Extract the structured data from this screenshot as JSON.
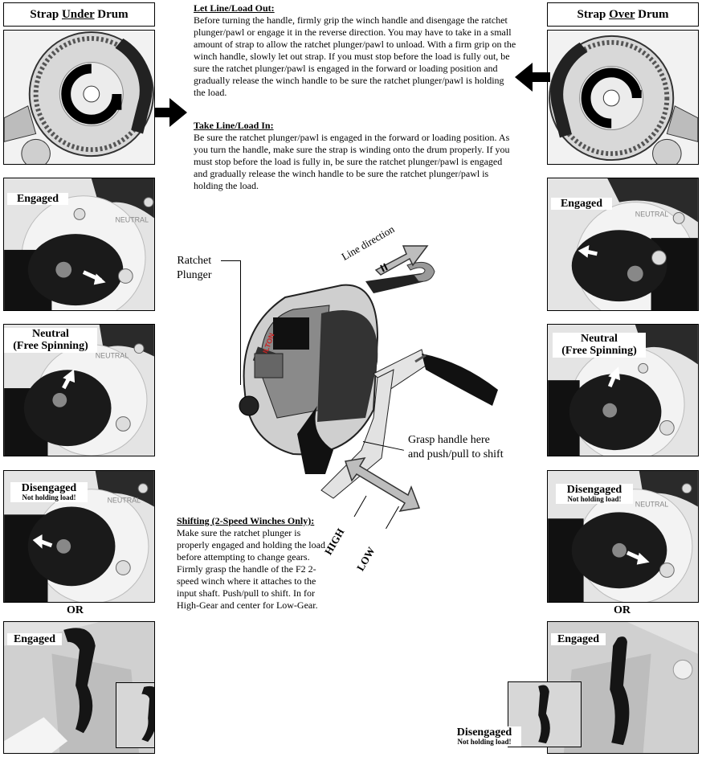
{
  "left_header": {
    "pre": "Strap ",
    "emph": "Under",
    "post": " Drum"
  },
  "right_header": {
    "pre": "Strap ",
    "emph": "Over",
    "post": " Drum"
  },
  "let_out": {
    "heading": "Let Line/Load Out:",
    "body": "Before turning the handle, firmly grip the winch handle and disengage the ratchet plunger/pawl or engage it in the reverse direction. You may have to take in a small amount of strap to allow the ratchet plunger/pawl to unload. With a firm grip on the winch handle, slowly let out strap. If you must stop before the load is fully out, be sure the ratchet plunger/pawl is engaged in the forward or loading position and gradually release the winch handle to be sure the ratchet plunger/pawl is holding the load."
  },
  "take_in": {
    "heading": "Take Line/Load In:",
    "body": "Be sure the ratchet plunger/pawl is engaged in the forward or loading position. As you turn the handle, make sure the strap is winding onto the drum properly. If you must stop before the load is fully in, be sure the ratchet plunger/pawl is engaged and gradually release the winch handle to be sure the ratchet plunger/pawl is holding the load."
  },
  "shifting": {
    "heading": "Shifting (2-Speed Winches Only):",
    "body": "Make sure the ratchet plunger is properly engaged and holding the load before attempting to change gears. Firmly grasp the handle of the F2 2-speed winch where it attaches to the input shaft. Push/pull to shift. In for High-Gear and center for Low-Gear."
  },
  "callouts": {
    "ratchet_line1": "Ratchet",
    "ratchet_line2": "Plunger",
    "line_direction": "Line direction",
    "grasp_line1": "Grasp handle here",
    "grasp_line2": "and push/pull to shift",
    "high": "HIGH",
    "low": "LOW",
    "brand": "FULTON"
  },
  "states": {
    "engaged": "Engaged",
    "neutral_line1": "Neutral",
    "neutral_line2": "(Free Spinning)",
    "disengaged": "Disengaged",
    "not_holding": "Not holding load!",
    "or": "OR",
    "dial_label": "NEUTRAL"
  }
}
